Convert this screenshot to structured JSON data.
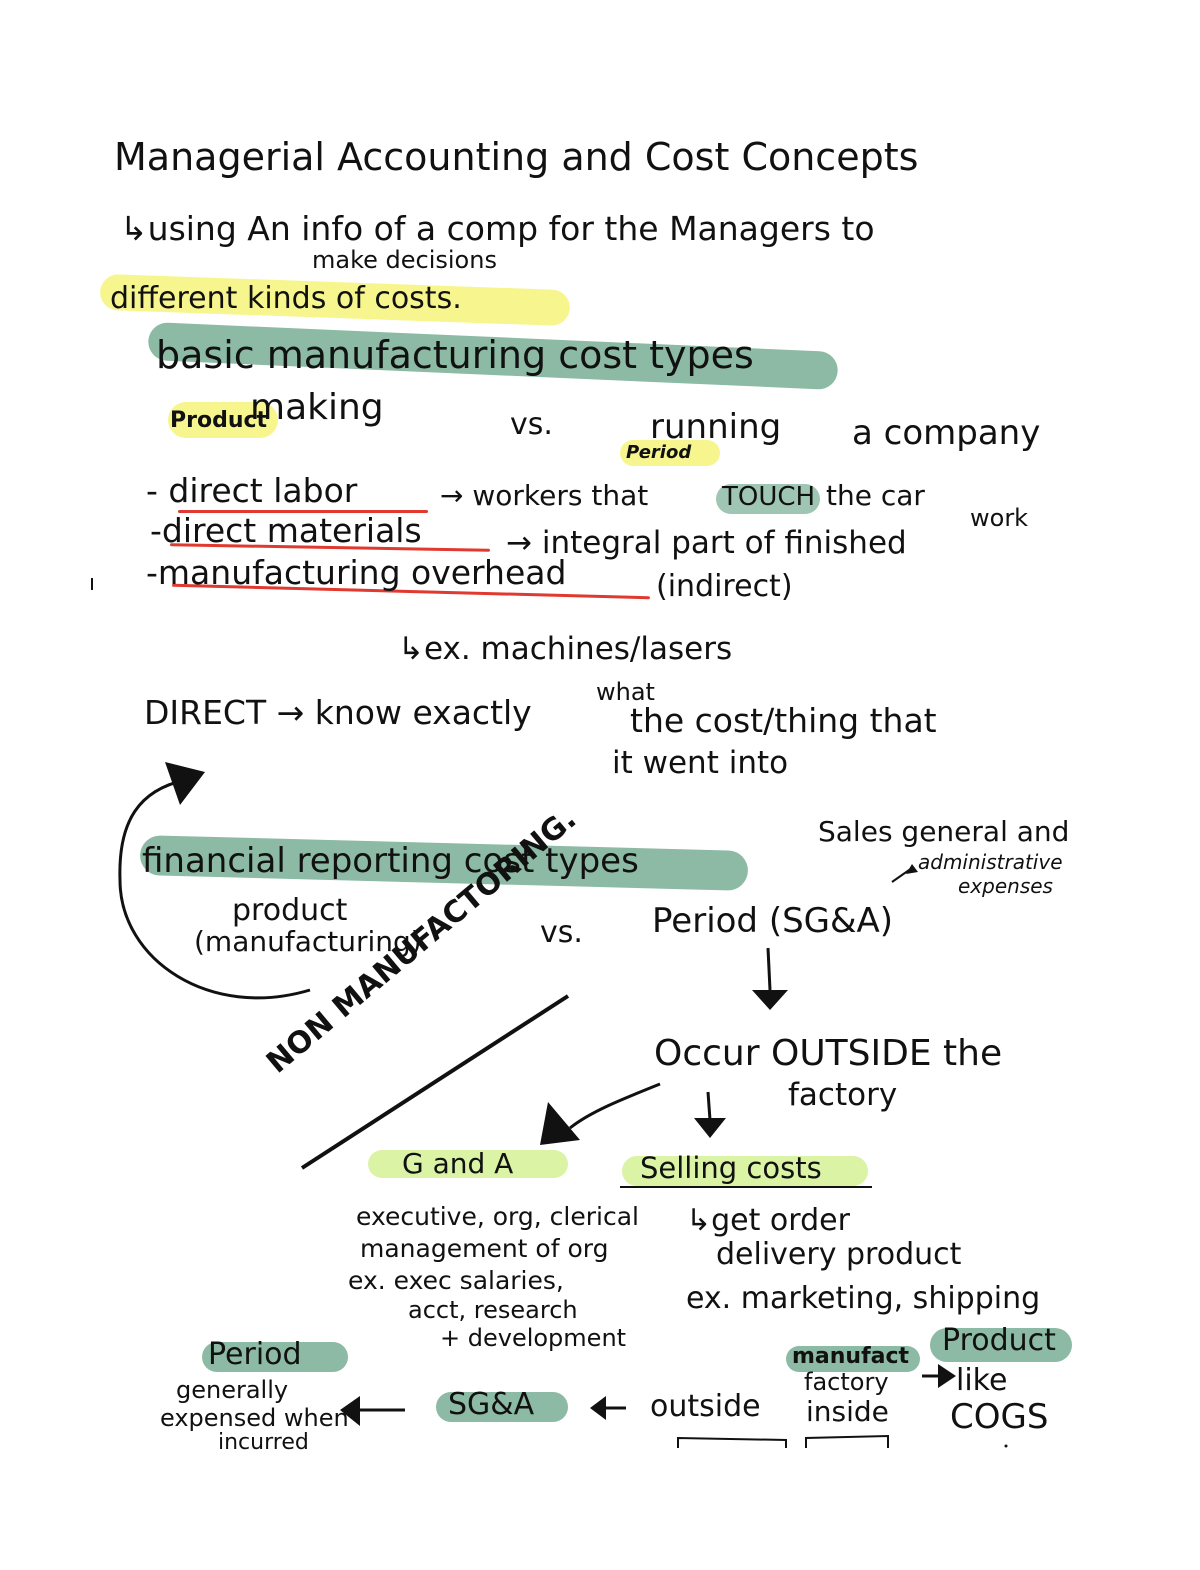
{
  "title": "Managerial Accounting and Cost Concepts",
  "intro": {
    "line1": "↳using An info of a comp for the Managers to",
    "line2": "make decisions"
  },
  "section_costs": "different kinds of costs.",
  "basic_types": {
    "heading": "basic manufacturing cost types",
    "product_tag": "Product",
    "making": "making",
    "vs": "vs.",
    "running": "running",
    "period_tag": "Period",
    "a_company": "a company"
  },
  "cost_list": {
    "labor_label": "- direct labor",
    "labor_desc_a": "→ workers that",
    "labor_touch": "TOUCH",
    "labor_desc_b": "the car",
    "work": "work",
    "materials_label": "-direct materials",
    "materials_desc": "→ integral part of finished",
    "overhead_label": "-manufacturing overhead",
    "overhead_desc": "(indirect)",
    "overhead_example": "↳ex. machines/lasers"
  },
  "direct_note": {
    "line1_a": "DIRECT → know exactly",
    "what": "what",
    "line1_b": "the cost/thing that",
    "line2": "it went into"
  },
  "financial": {
    "heading": "financial reporting cost types",
    "sga_note_1": "Sales general and",
    "sga_note_2": "administrative",
    "sga_note_3": "expenses",
    "product": "product",
    "manufacturing": "(manufacturing)",
    "vs": "vs.",
    "period": "Period (SG&A)",
    "non_manufacturing": "NON MANUFACTORING.",
    "occur": "Occur OUTSIDE the",
    "factory": "factory"
  },
  "g_and_a": {
    "heading": "G and A",
    "line1": "executive, org, clerical",
    "line2": "management of org",
    "line3": "ex. exec salaries,",
    "line4": "acct, research",
    "line5": "+ development"
  },
  "selling": {
    "heading": "Selling costs",
    "line1": "↳get order",
    "line2": "delivery product",
    "line3": "ex. marketing, shipping"
  },
  "bottom": {
    "period": "Period",
    "generally_1": "generally",
    "generally_2": "expensed when",
    "generally_3": "incurred",
    "sga": "SG&A",
    "outside": "outside",
    "manufact": "manufact",
    "factory_inside_1": "factory",
    "factory_inside_2": "inside",
    "product": "Product",
    "like": "like",
    "cogs": "COGS"
  }
}
